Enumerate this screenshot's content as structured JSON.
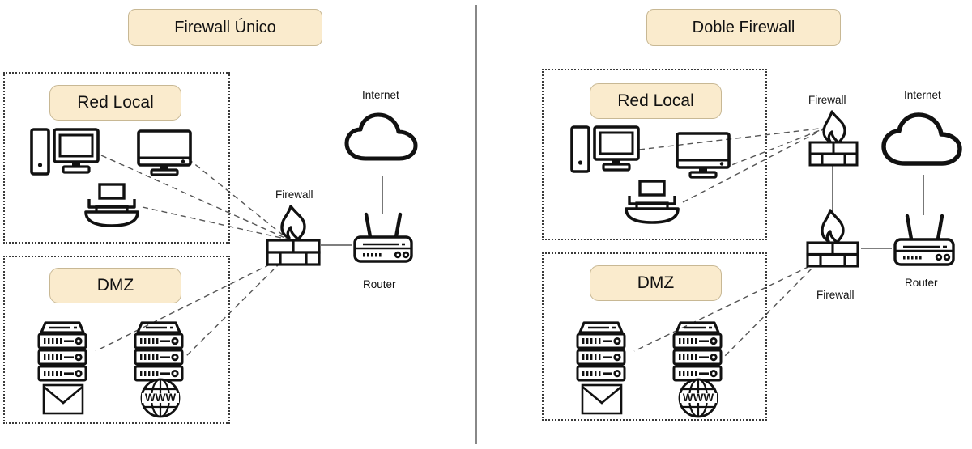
{
  "meta": {
    "diagram_kind": "network-security-topology-comparison",
    "panel_count": 2,
    "colors": {
      "box_fill": "#faebcd",
      "box_border": "#c8b894",
      "zone_border": "#3a3a3a",
      "stroke": "#111111",
      "divider": "#888888",
      "background": "#ffffff"
    }
  },
  "panels": [
    {
      "id": "firewall-unico",
      "title": "Firewall Único",
      "zones": [
        {
          "id": "red-local-left",
          "label": "Red Local",
          "devices": [
            {
              "icon": "desktop-computer-icon",
              "label": ""
            },
            {
              "icon": "monitor-icon",
              "label": ""
            },
            {
              "icon": "printer-icon",
              "label": ""
            }
          ]
        },
        {
          "id": "dmz-left",
          "label": "DMZ",
          "devices": [
            {
              "icon": "server-rack-icon",
              "label": ""
            },
            {
              "icon": "server-rack-icon",
              "label": ""
            },
            {
              "icon": "mail-envelope-icon",
              "label": ""
            },
            {
              "icon": "www-globe-icon",
              "label": ""
            }
          ]
        }
      ],
      "nodes": [
        {
          "id": "internet-left",
          "icon": "cloud-icon",
          "label": "Internet"
        },
        {
          "id": "firewall-left",
          "icon": "firewall-icon",
          "label": "Firewall"
        },
        {
          "id": "router-left",
          "icon": "router-icon",
          "label": "Router"
        }
      ],
      "firewall_count": 1
    },
    {
      "id": "doble-firewall",
      "title": "Doble Firewall",
      "zones": [
        {
          "id": "red-local-right",
          "label": "Red Local",
          "devices": [
            {
              "icon": "desktop-computer-icon",
              "label": ""
            },
            {
              "icon": "monitor-icon",
              "label": ""
            },
            {
              "icon": "printer-icon",
              "label": ""
            }
          ]
        },
        {
          "id": "dmz-right",
          "label": "DMZ",
          "devices": [
            {
              "icon": "server-rack-icon",
              "label": ""
            },
            {
              "icon": "server-rack-icon",
              "label": ""
            },
            {
              "icon": "mail-envelope-icon",
              "label": ""
            },
            {
              "icon": "www-globe-icon",
              "label": ""
            }
          ]
        }
      ],
      "nodes": [
        {
          "id": "internet-right",
          "icon": "cloud-icon",
          "label": "Internet"
        },
        {
          "id": "firewall-right-top",
          "icon": "firewall-icon",
          "label": "Firewall"
        },
        {
          "id": "firewall-right-bottom",
          "icon": "firewall-icon",
          "label": "Firewall"
        },
        {
          "id": "router-right",
          "icon": "router-icon",
          "label": "Router"
        }
      ],
      "firewall_count": 2
    }
  ],
  "labels": {
    "title_left": "Firewall Único",
    "title_right": "Doble Firewall",
    "red_local_left": "Red Local",
    "red_local_right": "Red Local",
    "dmz_left": "DMZ",
    "dmz_right": "DMZ",
    "internet_left": "Internet",
    "internet_right": "Internet",
    "firewall_left": "Firewall",
    "firewall_right_top": "Firewall",
    "firewall_right_bottom": "Firewall",
    "router_left": "Router",
    "router_right": "Router"
  }
}
